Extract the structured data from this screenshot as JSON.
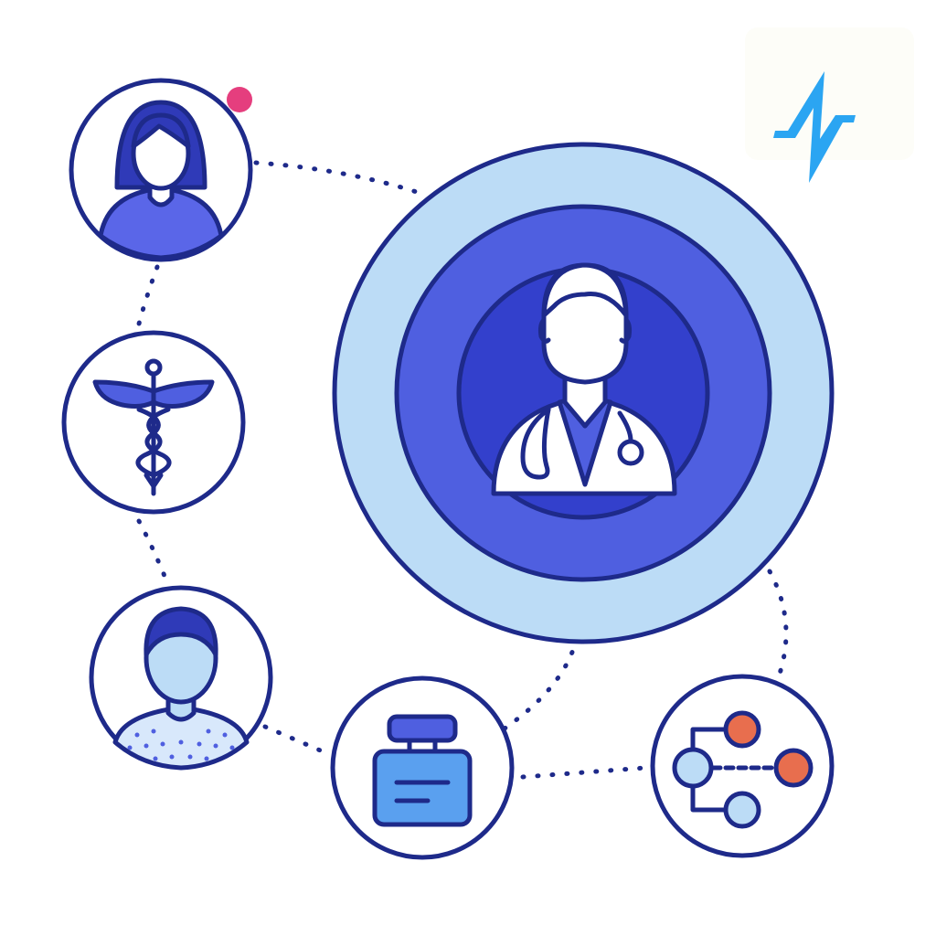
{
  "diagram": {
    "center_node": {
      "icon": "doctor-icon"
    },
    "satellite_nodes": [
      {
        "id": "patient-female",
        "icon": "female-patient-icon",
        "notification_badge": true
      },
      {
        "id": "caduceus",
        "icon": "caduceus-icon",
        "notification_badge": false
      },
      {
        "id": "patient-male",
        "icon": "male-patient-icon",
        "notification_badge": false
      },
      {
        "id": "medicine-bottle",
        "icon": "medicine-bottle-icon",
        "notification_badge": false
      },
      {
        "id": "flowchart",
        "icon": "flowchart-icon",
        "notification_badge": false
      }
    ],
    "connections": [
      [
        "patient-female",
        "center"
      ],
      [
        "patient-female",
        "caduceus"
      ],
      [
        "caduceus",
        "patient-male"
      ],
      [
        "patient-male",
        "medicine-bottle"
      ],
      [
        "medicine-bottle",
        "center"
      ],
      [
        "medicine-bottle",
        "flowchart"
      ],
      [
        "flowchart",
        "center"
      ]
    ],
    "logo": {
      "icon": "lightning-logo-icon"
    }
  },
  "colors": {
    "outline": "#1e2a8a",
    "accent_blue": "#4f5fe0",
    "deep_blue": "#3340cc",
    "light_blue": "#bcdcf6",
    "sky_blue": "#5aa0ef",
    "notification_pink": "#e53e7e",
    "orange": "#e86e4e",
    "logo_blue": "#2ba5f2"
  }
}
